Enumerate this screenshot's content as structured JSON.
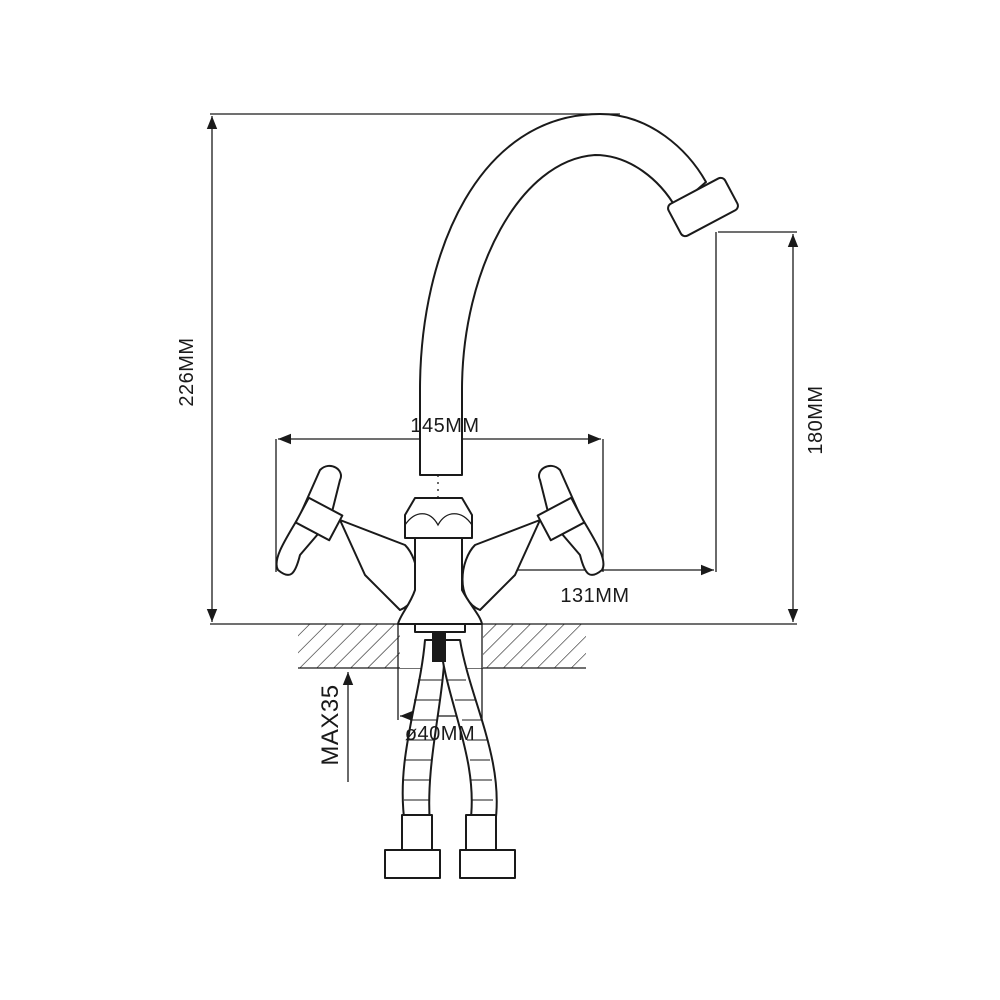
{
  "dimensions": {
    "total_height": "226MM",
    "handle_span": "145MM",
    "spout_height": "180MM",
    "spout_reach": "131MM",
    "max_counter_thickness": "MAX35",
    "hole_diameter": "ø40MM"
  },
  "colors": {
    "line": "#1a1a1a",
    "background": "#ffffff"
  }
}
